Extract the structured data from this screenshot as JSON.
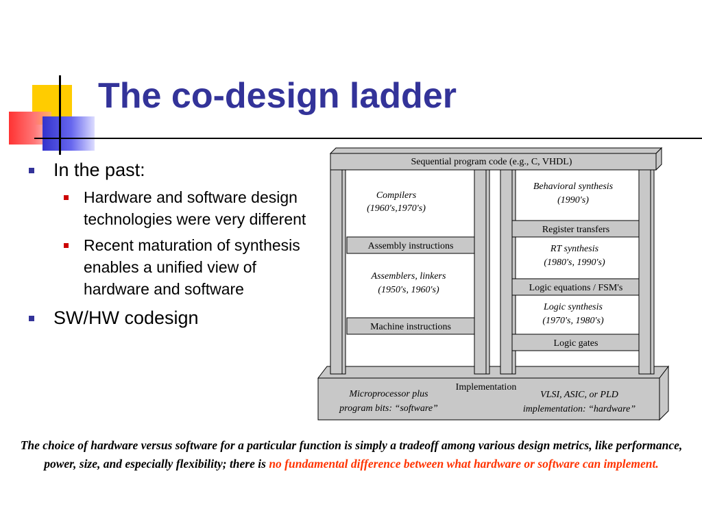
{
  "slide": {
    "title": "The co-design ladder",
    "bullets": {
      "b1": "In the past:",
      "b1_sub1": "Hardware and software design technologies were very different",
      "b1_sub2": "Recent maturation of synthesis enables a unified view of hardware and software",
      "b2": "SW/HW codesign"
    },
    "caption": {
      "text": "The choice of hardware versus software for a particular function is simply a tradeoff among various design metrics, like performance, power, size, and especially flexibility; there is ",
      "highlight": "no fundamental difference between what hardware or software can implement."
    },
    "colors": {
      "title": "#333399",
      "bullet_l1": "#333399",
      "bullet_l2": "#cc0000",
      "highlight": "#ff3300",
      "ladder_fill": "#c8c8c8"
    }
  },
  "diagram": {
    "top_bar": "Sequential program code (e.g., C, VHDL)",
    "left": {
      "compilers_1": "Compilers",
      "compilers_2": "(1960's,1970's)",
      "assembly": "Assembly instructions",
      "assemblers_1": "Assemblers, linkers",
      "assemblers_2": "(1950's, 1960's)",
      "machine": "Machine instructions"
    },
    "right": {
      "behavioral_1": "Behavioral synthesis",
      "behavioral_2": "(1990's)",
      "register": "Register transfers",
      "rt_1": "RT synthesis",
      "rt_2": "(1980's, 1990's)",
      "logic_eq": "Logic equations / FSM's",
      "logic_syn_1": "Logic synthesis",
      "logic_syn_2": "(1970's, 1980's)",
      "gates": "Logic gates"
    },
    "base": {
      "implementation": "Implementation",
      "micro_1": "Microprocessor plus",
      "micro_2": "program bits: “software”",
      "vlsi_1": "VLSI, ASIC, or PLD",
      "vlsi_2": "implementation: “hardware”"
    }
  }
}
